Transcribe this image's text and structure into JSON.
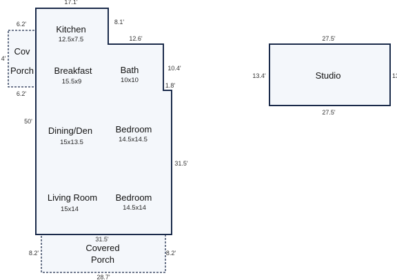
{
  "colors": {
    "wall": "#1a2a4a",
    "fill": "#f4f7fb",
    "text": "#111111"
  },
  "main_house": {
    "dims": {
      "top_width": "17.1'",
      "kitchen_step": "8.1'",
      "bath_top": "12.6'",
      "bath_right": "10.4'",
      "notch": "1.8'",
      "right_side": "31.5'",
      "left_side": "50'",
      "bottom_width": "31.5'"
    },
    "rooms": [
      {
        "name": "Kitchen",
        "size": "12.5x7.5"
      },
      {
        "name": "Breakfast",
        "size": "15.5x9"
      },
      {
        "name": "Bath",
        "size": "10x10"
      },
      {
        "name": "Dining/Den",
        "size": "15x13.5"
      },
      {
        "name": "Bedroom",
        "size": "14.5x14.5"
      },
      {
        "name": "Living Room",
        "size": "15x14"
      },
      {
        "name": "Bedroom",
        "size": "14.5x14"
      }
    ]
  },
  "cov_porch": {
    "label_line1": "Cov",
    "label_line2": "Porch",
    "dim_top": "6.2'",
    "dim_bottom": "6.2'",
    "dim_left": "4'"
  },
  "covered_porch": {
    "label_line1": "Covered",
    "label_line2": "Porch",
    "dim_left": "8.2'",
    "dim_right": "8.2'",
    "dim_bottom": "28.7'"
  },
  "studio": {
    "label": "Studio",
    "dim_top": "27.5'",
    "dim_bottom": "27.5'",
    "dim_left": "13.4'",
    "dim_right": "13"
  }
}
